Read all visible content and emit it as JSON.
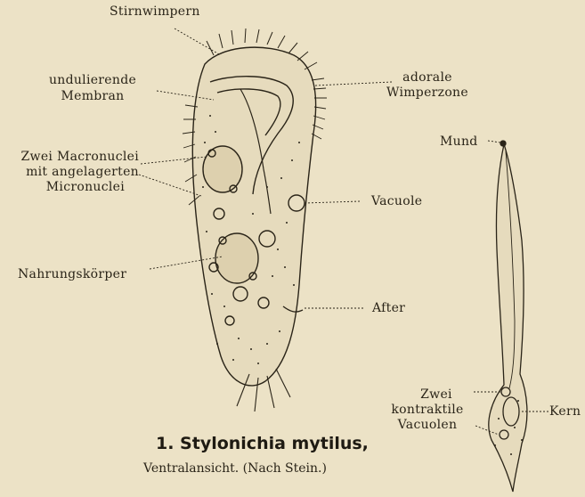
{
  "labels": {
    "stirnwimpern": "Stirnwimpern",
    "membran_1": "undulierende",
    "membran_2": "Membran",
    "adoral_1": "adorale",
    "adoral_2": "Wimperzone",
    "macro_1": "Zwei Macronuclei",
    "macro_2": "mit angelagerten",
    "macro_3": "Micronuclei",
    "vacuole": "Vacuole",
    "nahrung": "Nahrungskörper",
    "after": "After",
    "mund": "Mund",
    "zwei_1": "Zwei",
    "zwei_2": "kontraktile",
    "zwei_3": "Vacuolen",
    "kern": "Kern"
  },
  "caption": {
    "title": "1. Stylonichia mytilus,",
    "subtitle": "Ventralansicht.  (Nach Stein.)"
  },
  "colors": {
    "paper": "#ece2c6",
    "ink": "#2a2418"
  }
}
